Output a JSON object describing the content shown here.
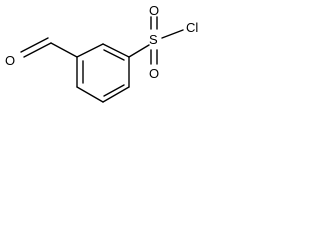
{
  "structure": {
    "atoms": {
      "aldehyde_oxygen": "O",
      "sulfur": "S",
      "sulfonyl_oxygen_top": "O",
      "sulfonyl_oxygen_bottom": "O",
      "chlorine": "Cl"
    },
    "colors": {
      "ink": "#000000",
      "background": "#ffffff"
    }
  }
}
